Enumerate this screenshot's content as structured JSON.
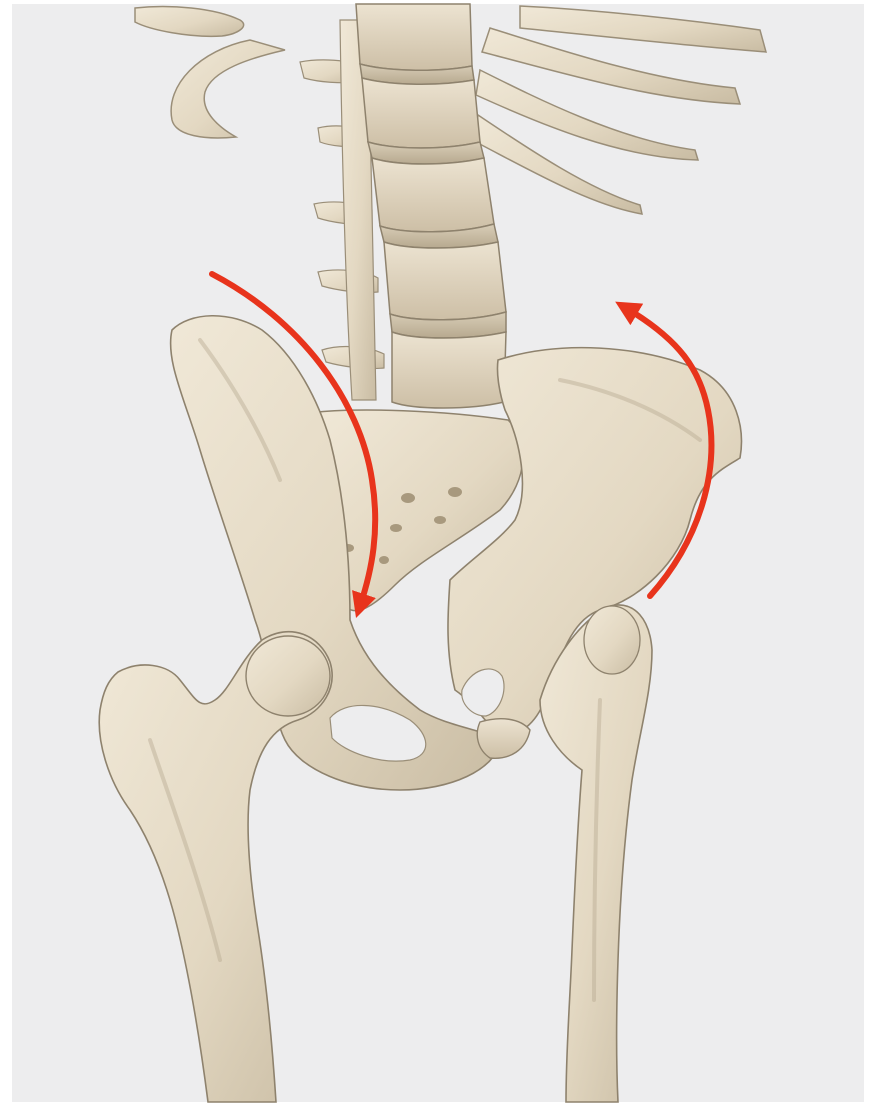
{
  "image": {
    "subject": "skeleton-pelvis-rotation",
    "background_color": "#ededee",
    "frame_color": "#ffffff",
    "bone_color": "#e6dcc8",
    "bone_shadow_color": "#b9ab92",
    "bone_outline_color": "#8e826d",
    "arrow_color": "#e8341c"
  },
  "arrows": [
    {
      "name": "left-arrow-down",
      "direction": "downward"
    },
    {
      "name": "right-arrow-up",
      "direction": "upward"
    }
  ]
}
